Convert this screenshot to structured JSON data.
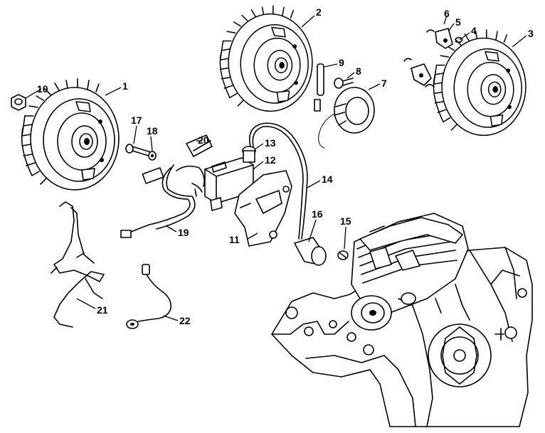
{
  "diagram": {
    "callouts": [
      {
        "id": "1",
        "text": "1"
      },
      {
        "id": "2",
        "text": "2"
      },
      {
        "id": "3",
        "text": "3"
      },
      {
        "id": "4",
        "text": "4"
      },
      {
        "id": "5",
        "text": "5"
      },
      {
        "id": "6",
        "text": "6"
      },
      {
        "id": "7",
        "text": "7"
      },
      {
        "id": "8",
        "text": "8"
      },
      {
        "id": "9",
        "text": "9"
      },
      {
        "id": "10",
        "text": "10"
      },
      {
        "id": "11",
        "text": "11"
      },
      {
        "id": "12",
        "text": "12"
      },
      {
        "id": "13",
        "text": "13"
      },
      {
        "id": "14",
        "text": "14"
      },
      {
        "id": "15",
        "text": "15"
      },
      {
        "id": "16",
        "text": "16"
      },
      {
        "id": "17",
        "text": "17"
      },
      {
        "id": "18",
        "text": "18"
      },
      {
        "id": "19",
        "text": "19"
      },
      {
        "id": "20",
        "text": "20"
      },
      {
        "id": "21",
        "text": "21"
      },
      {
        "id": "22",
        "text": "22"
      }
    ]
  }
}
